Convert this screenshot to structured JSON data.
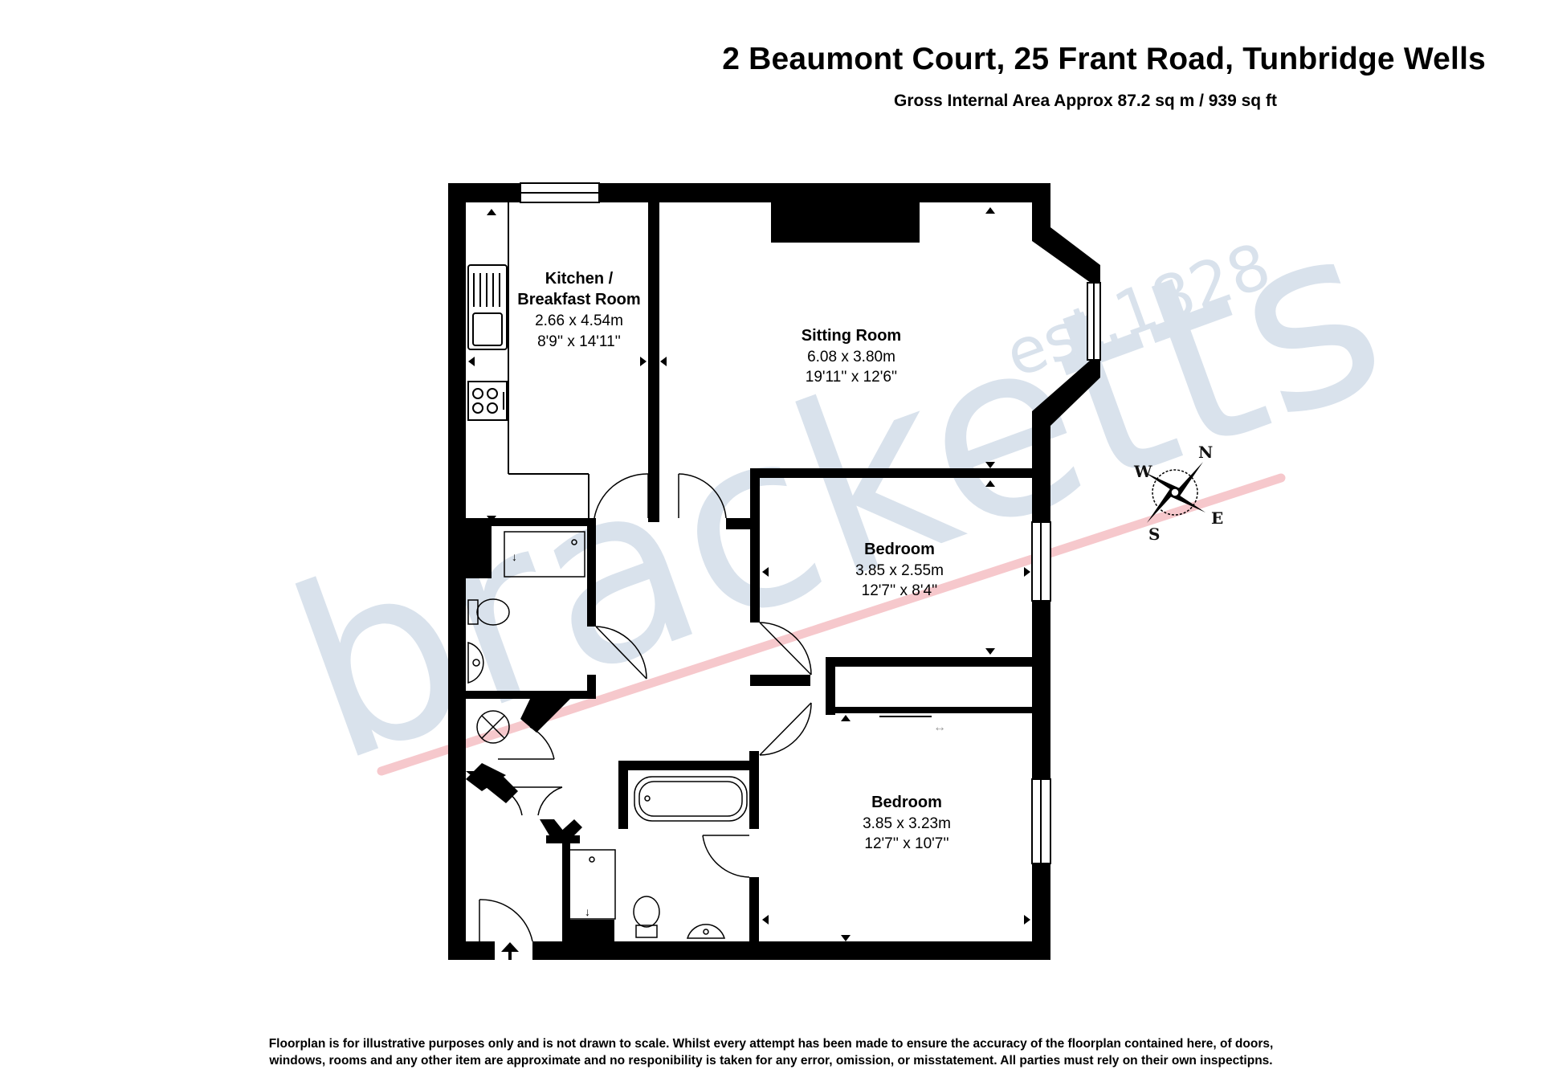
{
  "header": {
    "title": "2 Beaumont Court, 25 Frant Road, Tunbridge Wells",
    "subtitle": "Gross Internal Area Approx 87.2 sq m / 939 sq ft"
  },
  "rooms": {
    "kitchen": {
      "name_line1": "Kitchen /",
      "name_line2": "Breakfast Room",
      "metric": "2.66 x 4.54m",
      "imperial": "8'9'' x 14'11''"
    },
    "sitting": {
      "name": "Sitting Room",
      "metric": "6.08 x 3.80m",
      "imperial": "19'11'' x 12'6''"
    },
    "bedroom1": {
      "name": "Bedroom",
      "metric": "3.85 x 2.55m",
      "imperial": "12'7'' x 8'4''"
    },
    "bedroom2": {
      "name": "Bedroom",
      "metric": "3.85 x 3.23m",
      "imperial": "12'7'' x 10'7''"
    }
  },
  "compass": {
    "n": "N",
    "e": "E",
    "s": "S",
    "w": "W"
  },
  "watermark": {
    "brand": "bracketts",
    "est": "est.1828"
  },
  "disclaimer": {
    "line1": "Floorplan is for illustrative purposes only and is not drawn to scale. Whilst every attempt has been made to ensure the accuracy of the floorplan contained here, of doors,",
    "line2": "windows, rooms  and any other item are approximate and no responibility is taken for any error, omission, or misstatement. All parties must rely on their own inspectipns."
  },
  "colors": {
    "wall": "#000000",
    "watermark": "#d9e2ec",
    "watermark_line": "#f6c8cc"
  }
}
